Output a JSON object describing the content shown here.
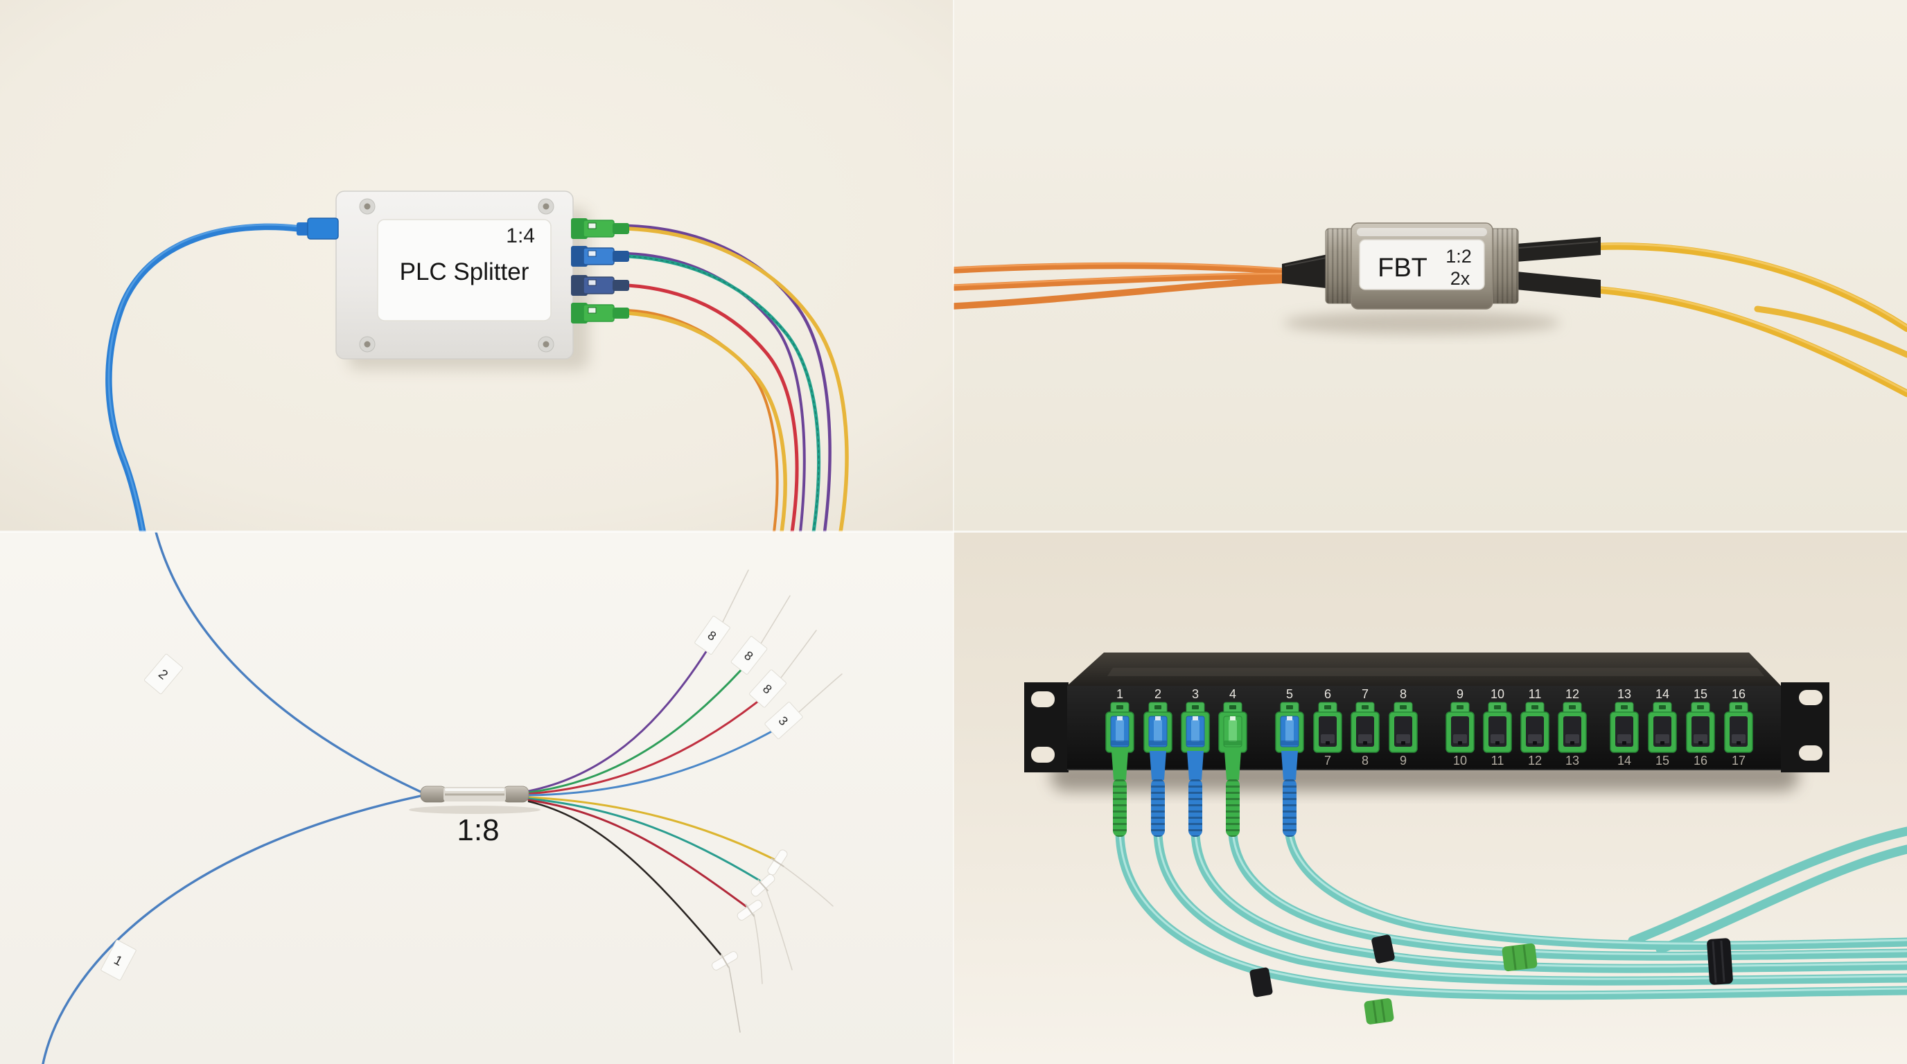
{
  "plc_splitter": {
    "ratio": "1:4",
    "name": "PLC Splitter"
  },
  "fbt_coupler": {
    "name": "FBT",
    "ratio": "1:2",
    "multiplier": "2x"
  },
  "bare_splitter": {
    "ratio": "1:8",
    "input_tag_1": "2",
    "input_tag_2": "1",
    "output_tags": [
      "8",
      "8",
      "8",
      "3"
    ]
  },
  "patch_panel": {
    "top_numbers": [
      "1",
      "2",
      "3",
      "4",
      "5",
      "6",
      "7",
      "8",
      "9",
      "10",
      "11",
      "12",
      "13",
      "14",
      "15",
      "16"
    ],
    "bottom_numbers": [
      "7",
      "8",
      "9",
      "10",
      "11",
      "12",
      "13",
      "14",
      "15",
      "16",
      "17"
    ]
  },
  "colors": {
    "background": "#f1ece2",
    "plc_input_cable": "#2b7fd4",
    "plc_fibers": [
      "#e7b53a",
      "#6b4397",
      "#23a28c",
      "#cf3440",
      "#e0862e"
    ],
    "sc_apc_green": "#43b64c",
    "sc_upc_blue": "#3b82d4",
    "fbt_cable_orange": "#e07f35",
    "fbt_cable_yellow": "#e9b42f",
    "bare_fibers": [
      "#6b4397",
      "#2f9e5a",
      "#c03040",
      "#4a87c8",
      "#dcb530",
      "#2a9d8f",
      "#b2293a",
      "#2a2522"
    ],
    "patch_cable_aqua": "#7fd2c8",
    "adapter_green": "#3db04a",
    "lc_blue": "#2f7fd0",
    "panel_black": "#141414"
  }
}
